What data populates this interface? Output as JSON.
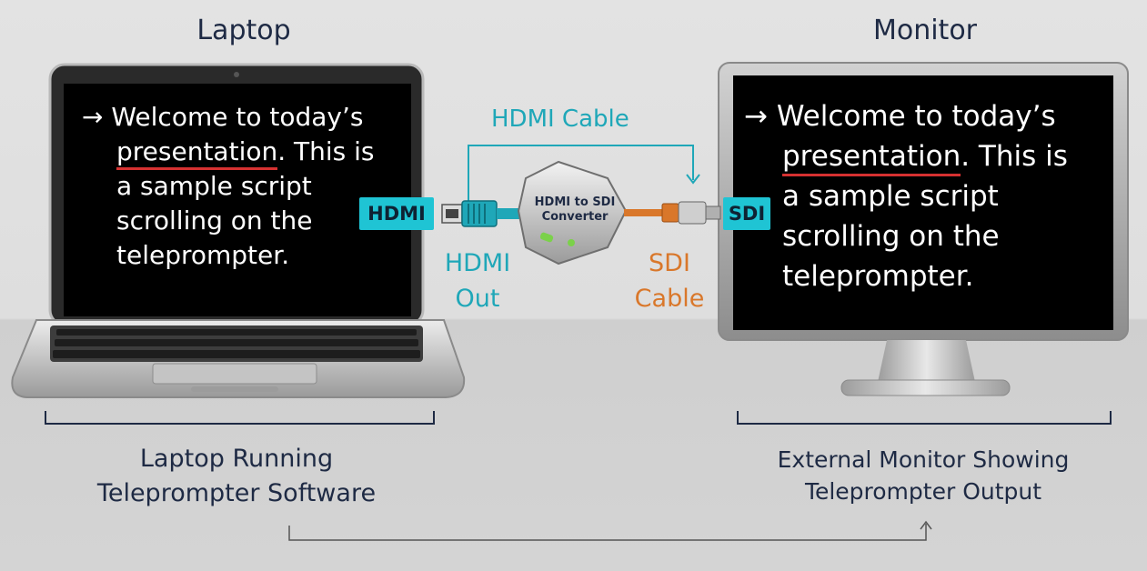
{
  "laptop": {
    "heading": "Laptop",
    "screen_arrow": "→",
    "screen_lines": [
      "Welcome to today’s",
      "presentation",
      ". This is",
      "a sample script",
      "scrolling on the",
      "teleprompter."
    ],
    "caption_lines": [
      "Laptop Running",
      "Teleprompter Software"
    ]
  },
  "monitor": {
    "heading": "Monitor",
    "screen_arrow": "→",
    "screen_lines": [
      "Welcome to today’s",
      "presentation",
      ". This is",
      "a sample script",
      "scrolling on the",
      "teleprompter."
    ],
    "caption_lines": [
      "External Monitor Showing",
      "Teleprompter Output"
    ]
  },
  "connections": {
    "hdmi_tag": "HDMI",
    "sdi_tag": "SDI",
    "hdmi_cable_label": "HDMI Cable",
    "hdmi_out_lines": [
      "HDMI",
      "Out"
    ],
    "sdi_cable_lines": [
      "SDI",
      "Cable"
    ],
    "converter_lines": [
      "HDMI to SDI",
      "Converter"
    ]
  },
  "colors": {
    "hdmi": "#1fa7b8",
    "sdi": "#d9772a",
    "text_dark": "#1e2a44",
    "underline": "#d63131",
    "tag_bg": "#1fc4d4"
  }
}
